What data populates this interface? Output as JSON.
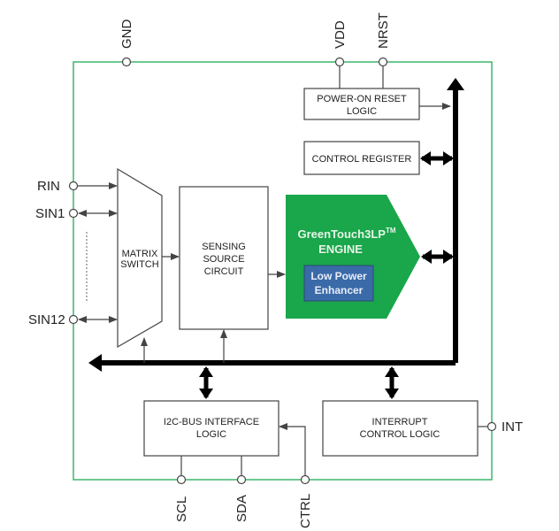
{
  "pins": {
    "gnd": "GND",
    "vdd": "VDD",
    "nrst": "NRST",
    "rin": "RIN",
    "sin1": "SIN1",
    "sin12": "SIN12",
    "int": "INT",
    "scl": "SCL",
    "sda": "SDA",
    "ctrl": "CTRL"
  },
  "blocks": {
    "por": [
      "POWER-ON RESET",
      "LOGIC"
    ],
    "ctrl_reg": "CONTROL REGISTER",
    "matrix": [
      "MATRIX",
      "SWITCH"
    ],
    "sensing": [
      "SENSING",
      "SOURCE",
      "CIRCUIT"
    ],
    "engine": {
      "name": "GreenTouch3LP",
      "tm": "TM",
      "line2": "ENGINE"
    },
    "low_power": [
      "Low Power",
      "Enhancer"
    ],
    "i2c": [
      "I2C-BUS INTERFACE",
      "LOGIC"
    ],
    "interrupt": [
      "INTERRUPT",
      "CONTROL LOGIC"
    ]
  },
  "colors": {
    "border": "#3db56b",
    "engine": "#1aa64b",
    "low_power": "#3b6aa8"
  }
}
